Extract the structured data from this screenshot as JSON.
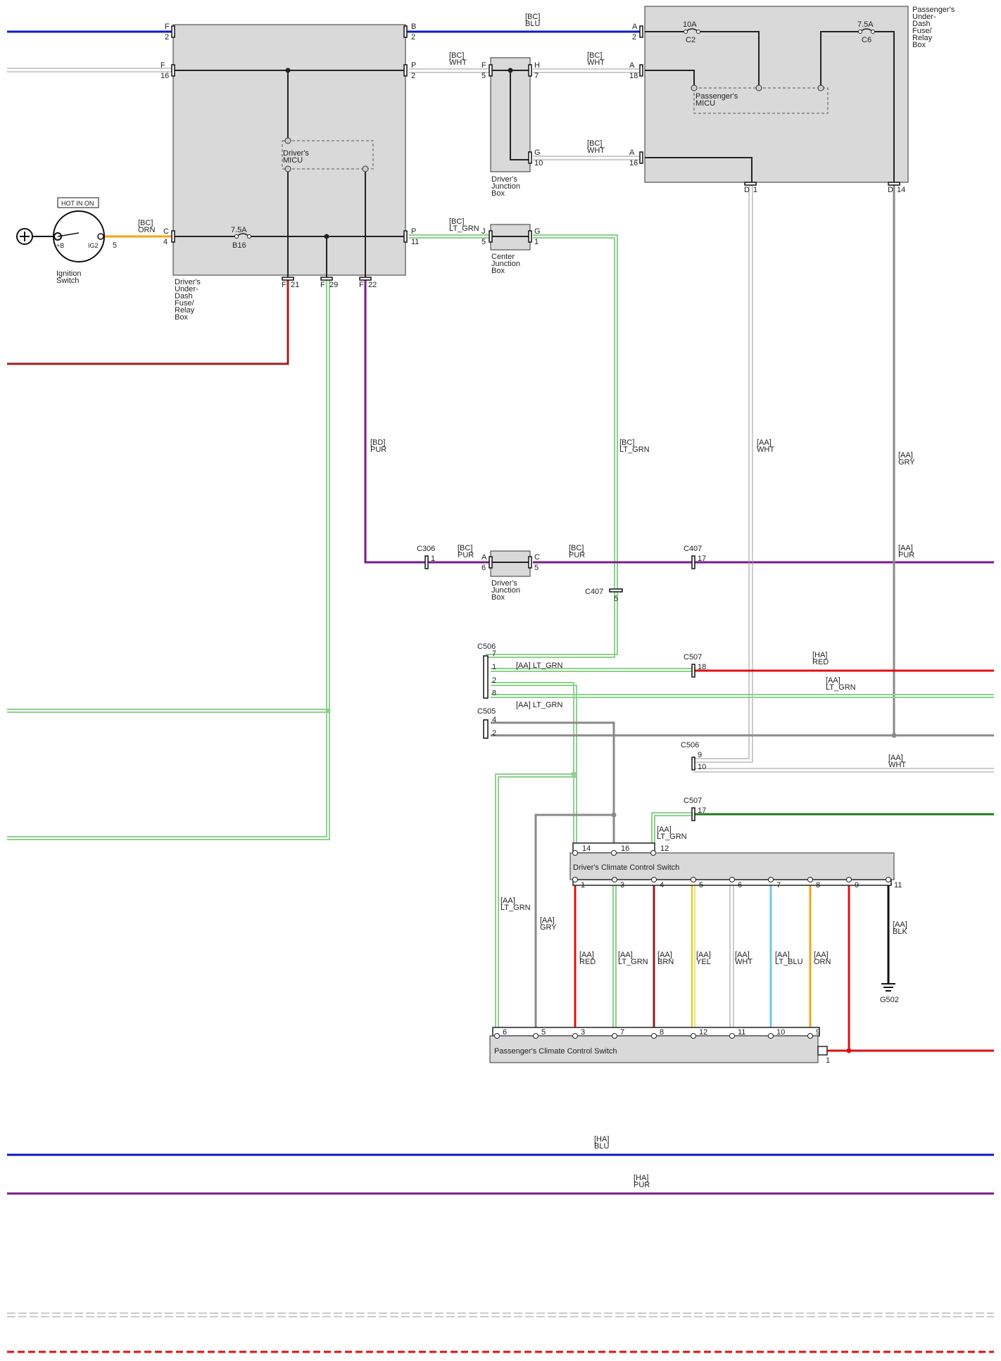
{
  "colors": {
    "blu": "#0a19c8",
    "wht": "#9a9a9a",
    "orn": "#f5a31a",
    "red": "#e01010",
    "dkred": "#a02020",
    "pur": "#7a1a8a",
    "ltgrn": "#8ed08e",
    "gry": "#8a8a8a",
    "grn": "#1d7a1d",
    "brn": "#8b2020",
    "yel": "#d8cc00",
    "ltblu": "#76c4e8",
    "blk": "#111111"
  },
  "labels": {
    "bc_blu": [
      "[BC]",
      "BLU"
    ],
    "bc_wht": [
      "[BC]",
      "WHT"
    ],
    "bc_orn": [
      "[BC]",
      "ORN"
    ],
    "bc_ltgrn": [
      "[BC]",
      "LT_GRN"
    ],
    "bd_pur": [
      "[BD]",
      "PUR"
    ],
    "bc_ltgrn_v": [
      "[BC]",
      "LT_GRN"
    ],
    "aa_wht_v": [
      "[AA]",
      "WHT"
    ],
    "aa_gry_v": [
      "[AA]",
      "GRY"
    ],
    "bc_pur_a": [
      "[BC]",
      "PUR"
    ],
    "bc_pur_b": [
      "[BC]",
      "PUR"
    ],
    "aa_pur": [
      "[AA]",
      "PUR"
    ],
    "ha_red": [
      "[HA]",
      "RED"
    ],
    "aa_ltgrn_r": [
      "[AA]",
      "LT_GRN"
    ],
    "aa_ltgrn_1": "[AA]  LT_GRN",
    "aa_ltgrn_2": "[AA]  LT_GRN",
    "aa_wht_h": [
      "[AA]",
      "WHT"
    ],
    "aa_ltgrn_12": [
      "[AA]",
      "LT_GRN"
    ],
    "aa_ltgrn_l": [
      "[AA]",
      "LT_GRN"
    ],
    "aa_gry_l": [
      "[AA]",
      "GRY"
    ],
    "aa_red": [
      "[AA]",
      "RED"
    ],
    "aa_ltgrn_3": [
      "[AA]",
      "LT_GRN"
    ],
    "aa_brn": [
      "[AA]",
      "BRN"
    ],
    "aa_yel": [
      "[AA]",
      "YEL"
    ],
    "aa_wht_6": [
      "[AA]",
      "WHT"
    ],
    "aa_ltblu": [
      "[AA]",
      "LT_BLU"
    ],
    "aa_orn": [
      "[AA]",
      "ORN"
    ],
    "aa_blk": [
      "[AA]",
      "BLK"
    ],
    "ha_blu": [
      "[HA]",
      "BLU"
    ],
    "ha_pur": [
      "[HA]",
      "PUR"
    ]
  },
  "components": {
    "driver_fuse_box": [
      "Driver's",
      "Under-",
      "Dash",
      "Fuse/",
      "Relay",
      "Box"
    ],
    "passenger_fuse_box": [
      "Passenger's",
      "Under-",
      "Dash",
      "Fuse/",
      "Relay",
      "Box"
    ],
    "driver_micu": [
      "Driver's",
      "MICU"
    ],
    "passenger_micu": [
      "Passenger's",
      "MICU"
    ],
    "drivers_junction_top": [
      "Driver's",
      "Junction",
      "Box"
    ],
    "drivers_junction_mid": [
      "Driver's",
      "Junction",
      "Box"
    ],
    "center_junction": [
      "Center",
      "Junction",
      "Box"
    ],
    "ignition_switch": [
      "Ignition",
      "Switch"
    ],
    "hot_in_on": "HOT IN ON",
    "ign_b": "+B",
    "ign_ig2": "IG2",
    "ign_pin": "5",
    "driver_climate": "Driver's Climate Control Switch",
    "passenger_climate": "Passenger's Climate Control Switch",
    "ground": "G502"
  },
  "fuses": {
    "b16_rating": "7.5A",
    "b16_name": "B16",
    "c2_rating": "10A",
    "c2_name": "C2",
    "c6_rating": "7.5A",
    "c6_name": "C6"
  },
  "connectors": {
    "c306": "C306",
    "c407a": "C407",
    "c407b": "C407",
    "c506a": "C506",
    "c505": "C505",
    "c507a": "C507",
    "c506b": "C506",
    "c507b": "C507"
  },
  "pins": {
    "dfb_f2": [
      "F",
      "2"
    ],
    "dfb_b2": [
      "B",
      "2"
    ],
    "dfb_f16": [
      "F",
      "16"
    ],
    "dfb_p2": [
      "P",
      "2"
    ],
    "dfb_c4": [
      "C",
      "4"
    ],
    "dfb_p11": [
      "P",
      "11"
    ],
    "dfb_f21": [
      "F",
      "21"
    ],
    "dfb_f29": [
      "F",
      "29"
    ],
    "dfb_f22": [
      "F",
      "22"
    ],
    "djt_f5": [
      "F",
      "5"
    ],
    "djt_h7": [
      "H",
      "7"
    ],
    "djt_g10": [
      "G",
      "10"
    ],
    "pfb_a2": [
      "A",
      "2"
    ],
    "pfb_a18": [
      "A",
      "18"
    ],
    "pfb_a16": [
      "A",
      "16"
    ],
    "pfb_d1": [
      "D",
      "1"
    ],
    "pfb_d14": [
      "D",
      "14"
    ],
    "cjb_j5": [
      "J",
      "5"
    ],
    "cjb_g1": [
      "G",
      "1"
    ],
    "djm_a6": [
      "A",
      "6"
    ],
    "djm_c5": [
      "C",
      "5"
    ],
    "c306_1": "1",
    "c407_17a": "17",
    "c407_5": "5",
    "c506_7": "7",
    "c506_1": "1",
    "c506_2": "2",
    "c506_8": "8",
    "c505_4": "4",
    "c505_2": "2",
    "c507_18": "18",
    "c506b_9": "9",
    "c506b_10": "10",
    "c507b_17": "17",
    "dcc_top": [
      "14",
      "16",
      "12"
    ],
    "dcc_bottom": [
      "1",
      "3",
      "4",
      "5",
      "6",
      "7",
      "8",
      "9",
      "11"
    ],
    "pcc_top": [
      "6",
      "5",
      "3",
      "7",
      "8",
      "12",
      "11",
      "10",
      "9"
    ],
    "pcc_1": "1"
  }
}
